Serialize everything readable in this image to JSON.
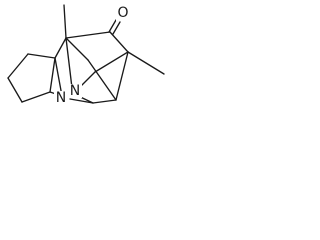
{
  "atom_labels": {
    "oxygen": "O",
    "nitrogen_upper": "N",
    "nitrogen_lower": "N"
  },
  "colors": {
    "background": "#ffffff",
    "ink": "#1a1a1a"
  }
}
